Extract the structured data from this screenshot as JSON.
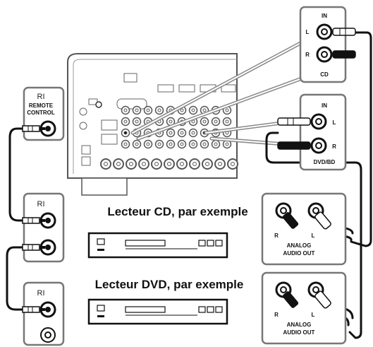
{
  "ri_label": "RI",
  "remote_control_line1": "REMOTE",
  "remote_control_line2": "CONTROL",
  "cd_panel": {
    "in_label": "IN",
    "l_label": "L",
    "r_label": "R",
    "name": "CD"
  },
  "dvd_panel": {
    "in_label": "IN",
    "l_label": "L",
    "r_label": "R",
    "name": "DVD/BD"
  },
  "device1": {
    "caption": "Lecteur CD, par exemple",
    "r_label": "R",
    "l_label": "L",
    "out_line1": "ANALOG",
    "out_line2": "AUDIO OUT"
  },
  "device2": {
    "caption": "Lecteur DVD, par exemple",
    "r_label": "R",
    "l_label": "L",
    "out_line1": "ANALOG",
    "out_line2": "AUDIO OUT"
  }
}
